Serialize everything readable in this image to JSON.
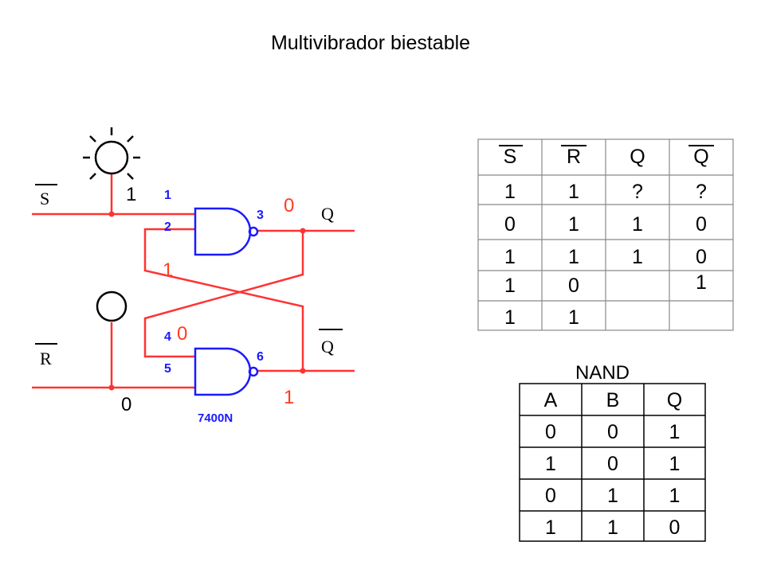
{
  "title": "Multivibrador biestable",
  "circuit": {
    "label_s": "S",
    "label_r": "R",
    "label_q": "Q",
    "label_qbar": "Q",
    "chip": "7400N",
    "pins": [
      "1",
      "2",
      "3",
      "4",
      "5",
      "6"
    ],
    "logic": {
      "s_in": "1",
      "q_out": "0",
      "g1_feedback": "1",
      "g2_feedback": "0",
      "r_in": "0",
      "qbar_out": "1"
    },
    "colors": {
      "wire": "#ff3333",
      "gate": "#1a1aff",
      "logic": "#ff3b1f",
      "pin": "#1a1aff"
    }
  },
  "sr_table": {
    "headers": [
      "S",
      "R",
      "Q",
      "Q"
    ],
    "rows": [
      [
        "1",
        "1",
        "?",
        "?"
      ],
      [
        "0",
        "1",
        "1",
        "0"
      ],
      [
        "1",
        "1",
        "1",
        "0"
      ],
      [
        "1",
        "0",
        "",
        "1"
      ],
      [
        "1",
        "1",
        "",
        ""
      ]
    ]
  },
  "nand_table": {
    "title": "NAND",
    "headers": [
      "A",
      "B",
      "Q"
    ],
    "rows": [
      [
        "0",
        "0",
        "1"
      ],
      [
        "1",
        "0",
        "1"
      ],
      [
        "0",
        "1",
        "1"
      ],
      [
        "1",
        "1",
        "0"
      ]
    ]
  }
}
